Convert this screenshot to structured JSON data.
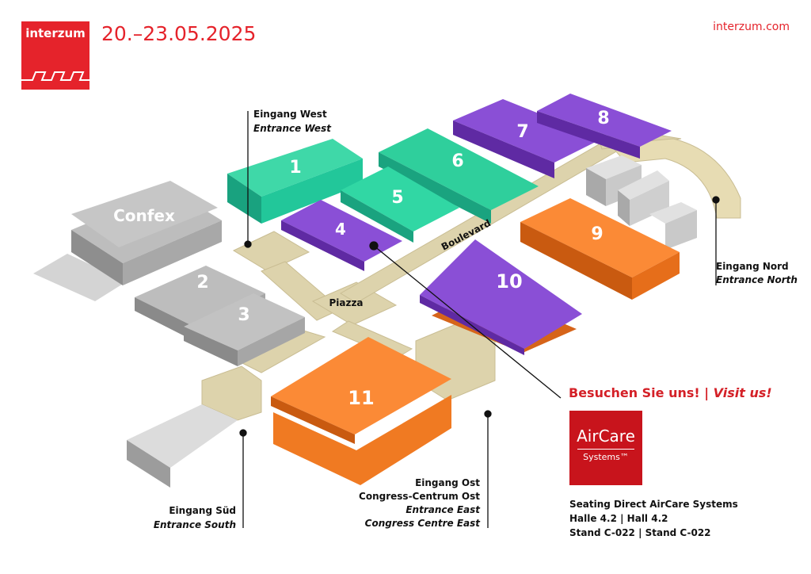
{
  "header": {
    "logo_text": "interzum",
    "date": "20.–23.05.2025",
    "website": "interzum.com"
  },
  "colors": {
    "brand_red": "#e5232b",
    "hall_green": "#22c79a",
    "hall_purple": "#7a3fc8",
    "hall_orange": "#f07a22",
    "hall_grey": "#b9b9b9",
    "path_beige": "#ddd3ac"
  },
  "halls": {
    "confex": "Confex",
    "h1": "1",
    "h2": "2",
    "h3": "3",
    "h4": "4",
    "h5": "5",
    "h6": "6",
    "h7": "7",
    "h8": "8",
    "h9": "9",
    "h10": "10",
    "h11": "11"
  },
  "areas": {
    "piazza": "Piazza",
    "boulevard": "Boulevard"
  },
  "entrances": {
    "west_de": "Eingang West",
    "west_en": "Entrance West",
    "north_de": "Eingang Nord",
    "north_en": "Entrance North",
    "south_de": "Eingang Süd",
    "south_en": "Entrance South",
    "east_de": "Eingang Ost",
    "east_de2": "Congress-Centrum Ost",
    "east_en": "Entrance East",
    "east_en2": "Congress Centre East"
  },
  "visit": {
    "de": "Besuchen Sie uns! |",
    "en": "Visit us!"
  },
  "exhibitor": {
    "logo_line1": "AirCare",
    "logo_line2": "Systems™",
    "name": "Seating Direct AirCare Systems",
    "hall": "Halle 4.2 | Hall 4.2",
    "stand": "Stand C-022 | Stand C-022"
  }
}
